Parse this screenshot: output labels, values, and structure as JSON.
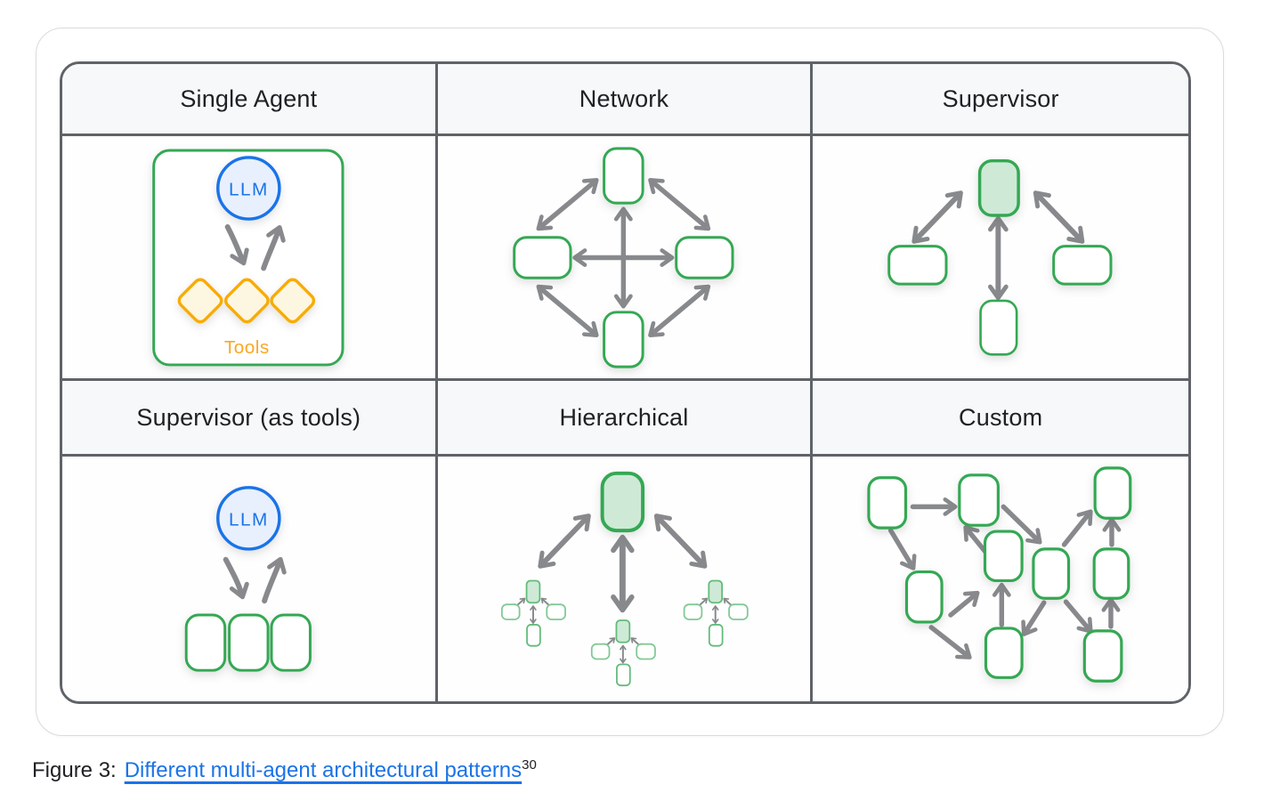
{
  "table": {
    "headers": [
      "Single Agent",
      "Network",
      "Supervisor",
      "Supervisor (as tools)",
      "Hierarchical",
      "Custom"
    ]
  },
  "labels": {
    "llm": "LLM",
    "tools": "Tools"
  },
  "figure": {
    "caption_prefix": "Figure 3:",
    "caption_link_text": "Different multi-agent architectural patterns",
    "caption_footnote": "30"
  },
  "colors": {
    "green_border": "#34A853",
    "green_fill": "#CEEAD6",
    "mini_green_border": "#63BB7B",
    "blue_border": "#1A73E8",
    "blue_fill": "#E8F0FE",
    "orange_border": "#F9AB00",
    "orange_fill": "#FDF6E0",
    "arrow_gray": "#87898C",
    "table_border": "#5F6368",
    "header_bg": "#F7F8FA",
    "cell_bg": "#FEFEFE",
    "link_blue": "#1A73E8",
    "caption_text": "#202124"
  }
}
